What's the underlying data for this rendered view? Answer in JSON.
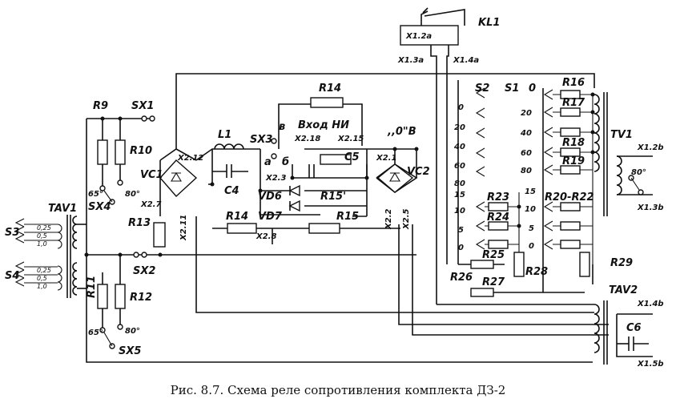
{
  "caption": "Рис. 8.7. Схема реле сопротивления комплекта ДЗ-2",
  "labels": {
    "kl1": "KL1",
    "x12a": "X1.2a",
    "x13a": "X1.3a",
    "x14a": "X1.4a",
    "r9": "R9",
    "sx1": "SX1",
    "r10": "R10",
    "r14top": "R14",
    "l1": "L1",
    "sx3": "SX3",
    "sx3_v": "в",
    "vhod": "Вход НИ",
    "x218": "X2.18",
    "x215": "X2.15",
    "zero_v": ",,0\"В",
    "vc1": "VC1",
    "x212": "X2.12",
    "c4": "C4",
    "sx3_a": "a",
    "sx3_b": "б",
    "x23": "X2.3",
    "c5": "C5",
    "x21": "X2.1",
    "vc2": "VC2",
    "vd6": "VD6",
    "r15p": "R15'",
    "vd7": "VD7",
    "r14mid": "R14",
    "r15": "R15",
    "x28": "X2.8",
    "x27": "X2.7",
    "x211": "X2.11",
    "x22": "X2.2",
    "x25": "X2.5",
    "r13": "R13",
    "sx4": "SX4",
    "deg65a": "65°",
    "deg80a": "80°",
    "tav1": "TAV1",
    "s3": "S3",
    "s4": "S4",
    "sx2": "SX2",
    "r11": "R11",
    "r12": "R12",
    "deg65b": "65°",
    "deg80b": "80°",
    "sx5": "SX5",
    "s2": "S2",
    "s1": "S1",
    "s1_0": "0",
    "r16": "R16",
    "r17": "R17",
    "r18": "R18",
    "r19": "R19",
    "tv1": "TV1",
    "x12b": "X1.2b",
    "deg80c": "80°",
    "x13b": "X1.3b",
    "r23": "R23",
    "r24": "R24",
    "r20r22": "R20-R22",
    "r25": "R25",
    "r26": "R26",
    "r27": "R27",
    "r28": "R28",
    "r29": "R29",
    "tav2": "TAV2",
    "x14b": "X1.4b",
    "c6": "C6",
    "x15b": "X1.5b"
  },
  "s2_taps": [
    "0",
    "20",
    "40",
    "60",
    "80",
    "15",
    "10",
    "5",
    "0"
  ],
  "s1_taps": [
    "20",
    "40",
    "60",
    "80",
    "15",
    "10",
    "5",
    "0"
  ],
  "s3_taps": [
    "0,25",
    "0,5",
    "1,0"
  ],
  "s4_taps": [
    "0,25",
    "0,5",
    "1,0"
  ]
}
